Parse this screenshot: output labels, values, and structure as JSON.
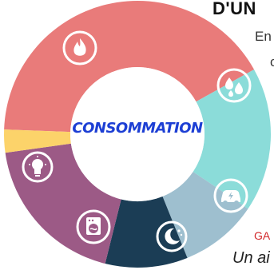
{
  "center_label": "CONSOMMATION",
  "fragments": {
    "title": "D'UN",
    "line1": "En",
    "line2": "c",
    "gas": "GA",
    "italic": "Un ai"
  },
  "segments": [
    {
      "name": "fire",
      "icon": "fire-icon",
      "color": "#e97b7a"
    },
    {
      "name": "water",
      "icon": "water-drops-icon",
      "color": "#8bdcd9"
    },
    {
      "name": "electric-car",
      "icon": "electric-car-icon",
      "color": "#9ebfcf"
    },
    {
      "name": "night",
      "icon": "moon-icon",
      "color": "#1b3d55"
    },
    {
      "name": "laundry",
      "icon": "washing-machine-icon",
      "color": "#9c5a86"
    },
    {
      "name": "light",
      "icon": "lightbulb-icon",
      "color": "#fcd36a"
    }
  ]
}
